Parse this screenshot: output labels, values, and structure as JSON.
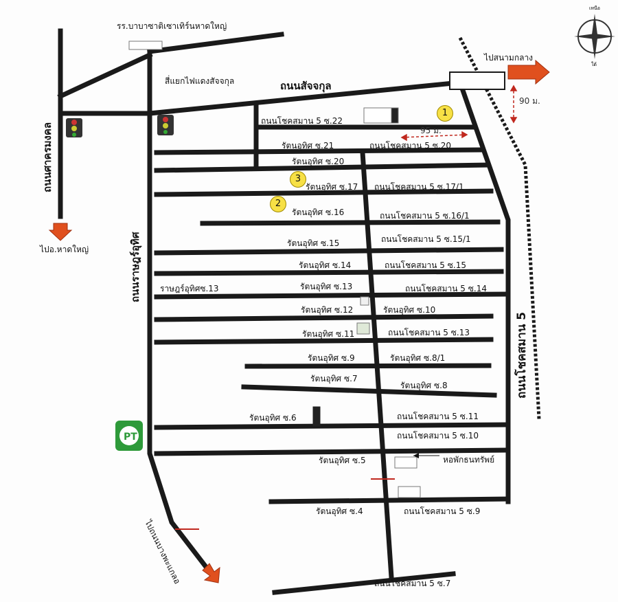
{
  "landmarks": {
    "school": "รร.บาบาซาติเซาเทิร์นหาดใหญ่",
    "traffic_light": "สี่แยกไฟแดงสัจจกุล",
    "station": "หอพักธนทรัพย์"
  },
  "roads": {
    "sajjakul": "ถนนสัจจกุล",
    "sadrongkol": "ถนนศาครมงคล",
    "rajutit": "ถนนราษฎร์อุทิศ",
    "chotsaman5": "ถนนโชคสมาน 5"
  },
  "directions": {
    "to_hatyai_po": "ไปอ.หาดใหญ่",
    "to_sanamklang": "ไปสนามกลาง",
    "to_bangpaka": "ไปถนนบางพะแกลอ"
  },
  "distances": {
    "d95": "95 ม.",
    "d90": "90 ม."
  },
  "markers": [
    "1",
    "2",
    "3"
  ],
  "compass": {
    "north": "เหนือ",
    "south": "ใต้"
  },
  "sois": [
    "ถนนโชคสมาน 5 ซ.22",
    "รัตนอุทิศ ซ.21",
    "ถนนโชคสมาน 5 ซ.20",
    "รัตนอุทิศ ซ.20",
    "รัตนอุทิศ ซ.17",
    "ถนนโชคสมาน 5 ซ.17/1",
    "รัตนอุทิศ ซ.16",
    "ถนนโชคสมาน 5 ซ.16/1",
    "รัตนอุทิศ ซ.15",
    "ถนนโชคสมาน 5 ซ.15/1",
    "รัตนอุทิศ ซ.14",
    "ถนนโชคสมาน 5 ซ.15",
    "ราษฎร์อุทิศซ.13",
    "รัตนอุทิศ ซ.13",
    "ถนนโชคสมาน 5 ซ.14",
    "รัตนอุทิศ ซ.12",
    "รัตนอุทิศ ซ.10",
    "รัตนอุทิศ ซ.11",
    "ถนนโชคสมาน 5 ซ.13",
    "รัตนอุทิศ ซ.9",
    "รัตนอุทิศ ซ.8/1",
    "รัตนอุทิศ ซ.7",
    "รัตนอุทิศ ซ.8",
    "รัตนอุทิศ ซ.6",
    "ถนนโชคสมาน 5 ซ.11",
    "ถนนโชคสมาน 5 ซ.10",
    "รัตนอุทิศ ซ.5",
    "รัตนอุทิศ ซ.4",
    "ถนนโชคสมาน 5 ซ.9",
    "ถนนโชคสมาน 5 ซ.7"
  ],
  "colors": {
    "road": "#1a1a1a",
    "arrow": "#e0501e",
    "distance": "#c0281e",
    "marker": "#f7e045",
    "station": "#2e9a3a"
  }
}
